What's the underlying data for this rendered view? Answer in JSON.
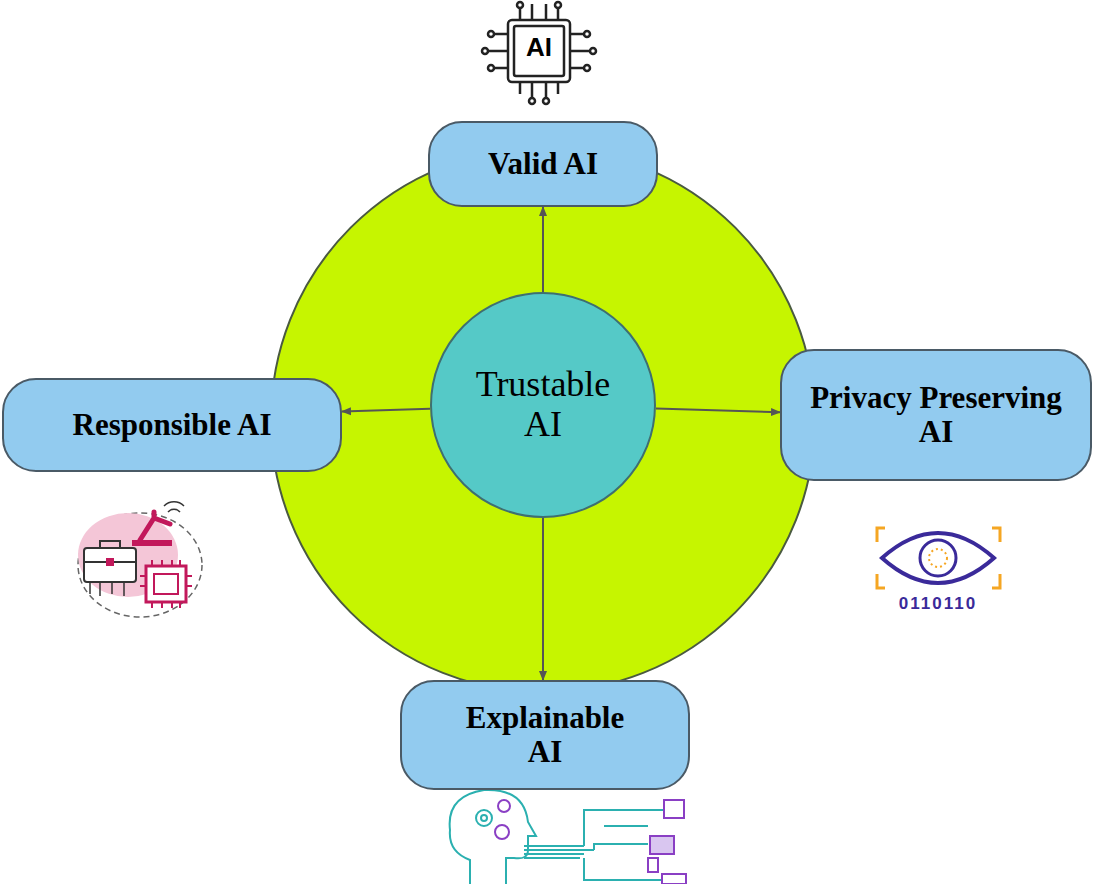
{
  "diagram": {
    "nodes": [
      {
        "text": [
          "Valid AI"
        ]
      },
      {
        "text": [
          "Responsible AI"
        ]
      },
      {
        "text": [
          "Trustable AI"
        ]
      },
      {
        "text": [
          "Privacy Preserving AI"
        ]
      },
      {
        "text": [
          "Explainable AI"
        ]
      }
    ],
    "edges": [
      {
        "from": 2,
        "to": 0,
        "arrow": "to"
      },
      {
        "from": 2,
        "to": 1,
        "arrow": "to"
      },
      {
        "from": 2,
        "to": 3,
        "arrow": "to"
      },
      {
        "from": 2,
        "to": 4,
        "arrow": "to"
      }
    ],
    "labels": [
      "AI",
      "0110110"
    ]
  }
}
